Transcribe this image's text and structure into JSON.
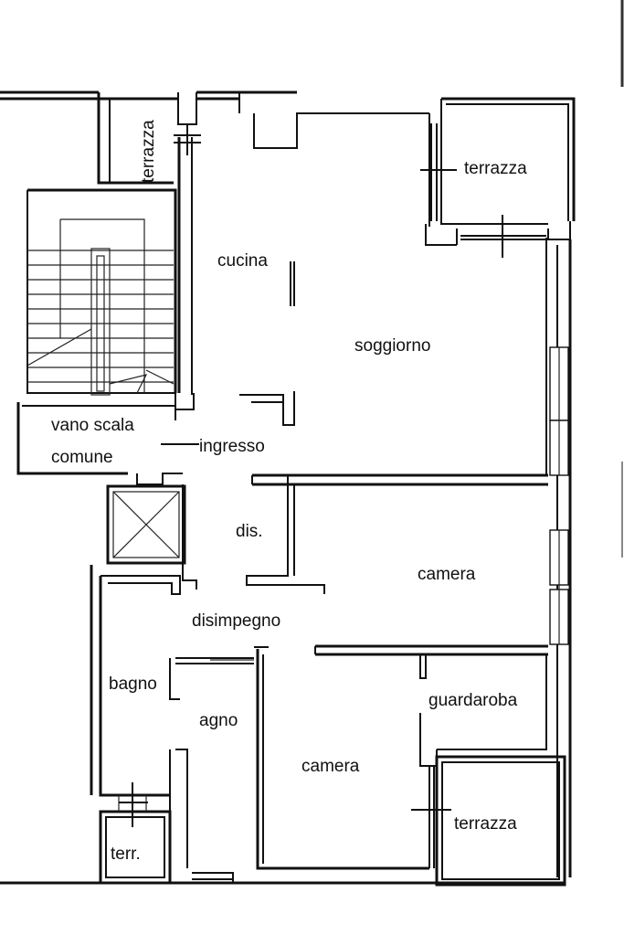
{
  "rooms": {
    "terrazza_top_left": "terrazza",
    "terrazza_top_right": "terrazza",
    "terrazza_bottom_right": "terrazza",
    "cucina": "cucina",
    "soggiorno": "soggiorno",
    "vano_scala_line1": "vano scala",
    "vano_scala_line2": "comune",
    "ingresso": "ingresso",
    "dis": "dis.",
    "camera_1": "camera",
    "disimpegno": "disimpegno",
    "bagno_1": "bagno",
    "bagno_2": "agno",
    "guardaroba": "guardaroba",
    "camera_2": "camera",
    "terr": "terr."
  }
}
